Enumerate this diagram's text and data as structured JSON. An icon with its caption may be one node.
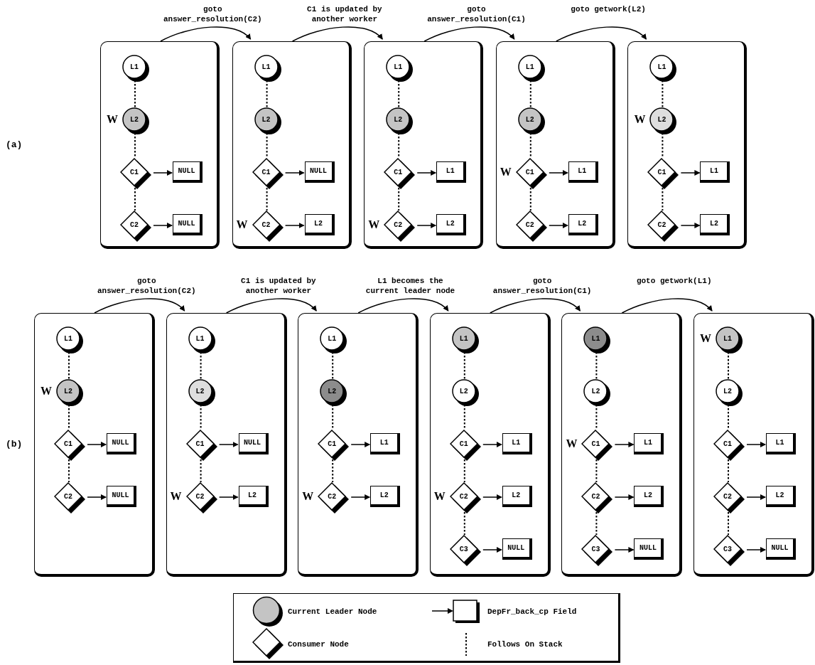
{
  "diagram": {
    "nodes": [
      {
        "text": [],
        "shape": "box"
      },
      {
        "text": [
          "L1"
        ],
        "in": 0
      },
      {
        "text": [
          "L2"
        ],
        "in": 0,
        "beside": [
          "W"
        ]
      },
      {
        "text": [
          "C1"
        ],
        "in": 0
      },
      {
        "text": [
          "NULL"
        ],
        "in": 0
      },
      {
        "text": [
          "C2"
        ],
        "in": 0
      },
      {
        "text": [
          "NULL"
        ],
        "in": 0
      },
      {
        "text": [],
        "shape": "box"
      },
      {
        "text": [
          "L1"
        ],
        "in": 7
      },
      {
        "text": [
          "L2"
        ],
        "in": 7
      },
      {
        "text": [
          "C1"
        ],
        "in": 7
      },
      {
        "text": [
          "NULL"
        ],
        "in": 7
      },
      {
        "text": [
          "C2"
        ],
        "in": 7,
        "beside": [
          "W"
        ]
      },
      {
        "text": [
          "L2"
        ],
        "in": 7
      },
      {
        "text": [],
        "shape": "box"
      },
      {
        "text": [
          "L1"
        ],
        "in": 14
      },
      {
        "text": [
          "L2"
        ],
        "in": 14
      },
      {
        "text": [
          "C1"
        ],
        "in": 14
      },
      {
        "text": [
          "L1"
        ],
        "in": 14
      },
      {
        "text": [
          "C2"
        ],
        "in": 14,
        "beside": [
          "W"
        ]
      },
      {
        "text": [
          "L2"
        ],
        "in": 14
      },
      {
        "text": [],
        "shape": "box"
      },
      {
        "text": [
          "L1"
        ],
        "in": 21
      },
      {
        "text": [
          "L2"
        ],
        "in": 21
      },
      {
        "text": [
          "C1"
        ],
        "in": 21,
        "beside": [
          "W"
        ]
      },
      {
        "text": [
          "L1"
        ],
        "in": 21
      },
      {
        "text": [
          "C2"
        ],
        "in": 21
      },
      {
        "text": [
          "L2"
        ],
        "in": 21
      },
      {
        "text": [],
        "shape": "box"
      },
      {
        "text": [
          "L1"
        ],
        "in": 28
      },
      {
        "text": [
          "L2"
        ],
        "in": 28,
        "beside": [
          "W"
        ]
      },
      {
        "text": [
          "C1"
        ],
        "in": 28
      },
      {
        "text": [
          "L1"
        ],
        "in": 28
      },
      {
        "text": [
          "C2"
        ],
        "in": 28
      },
      {
        "text": [
          "L2"
        ],
        "in": 28
      },
      {
        "text": [],
        "shape": "box"
      },
      {
        "text": [
          "L1"
        ],
        "in": 35
      },
      {
        "text": [
          "L2"
        ],
        "in": 35,
        "beside": [
          "W"
        ]
      },
      {
        "text": [
          "C1"
        ],
        "in": 35
      },
      {
        "text": [
          "NULL"
        ],
        "in": 35
      },
      {
        "text": [
          "C2"
        ],
        "in": 35
      },
      {
        "text": [
          "NULL"
        ],
        "in": 35
      },
      {
        "text": [],
        "shape": "box"
      },
      {
        "text": [
          "L1"
        ],
        "in": 42
      },
      {
        "text": [
          "L2"
        ],
        "in": 42
      },
      {
        "text": [
          "C1"
        ],
        "in": 42
      },
      {
        "text": [
          "NULL"
        ],
        "in": 42
      },
      {
        "text": [
          "C2"
        ],
        "in": 42,
        "beside": [
          "W"
        ]
      },
      {
        "text": [
          "L2"
        ],
        "in": 42
      },
      {
        "text": [],
        "shape": "box"
      },
      {
        "text": [
          "L1"
        ],
        "in": 49
      },
      {
        "text": [
          "L2"
        ],
        "in": 49
      },
      {
        "text": [
          "C1"
        ],
        "in": 49
      },
      {
        "text": [
          "L1"
        ],
        "in": 49
      },
      {
        "text": [
          "C2"
        ],
        "in": 49,
        "beside": [
          "W"
        ]
      },
      {
        "text": [
          "L2"
        ],
        "in": 49
      },
      {
        "text": [],
        "shape": "box"
      },
      {
        "text": [
          "L1"
        ],
        "in": 56
      },
      {
        "text": [
          "L2"
        ],
        "in": 56
      },
      {
        "text": [
          "C1"
        ],
        "in": 56
      },
      {
        "text": [
          "L1"
        ],
        "in": 56
      },
      {
        "text": [
          "C2"
        ],
        "in": 56,
        "beside": [
          "W"
        ]
      },
      {
        "text": [
          "L2"
        ],
        "in": 56
      },
      {
        "text": [
          "C3"
        ],
        "in": 56
      },
      {
        "text": [
          "NULL"
        ],
        "in": 56
      },
      {
        "text": [],
        "shape": "box"
      },
      {
        "text": [
          "L1"
        ],
        "in": 65
      },
      {
        "text": [
          "L2"
        ],
        "in": 65
      },
      {
        "text": [
          "C1"
        ],
        "in": 65,
        "beside": [
          "W"
        ]
      },
      {
        "text": [
          "L1"
        ],
        "in": 65
      },
      {
        "text": [
          "C2"
        ],
        "in": 65
      },
      {
        "text": [
          "L2"
        ],
        "in": 65
      },
      {
        "text": [
          "C3"
        ],
        "in": 65
      },
      {
        "text": [
          "NULL"
        ],
        "in": 65
      },
      {
        "text": [],
        "shape": "box"
      },
      {
        "text": [
          "L1"
        ],
        "in": 74,
        "beside": [
          "W"
        ]
      },
      {
        "text": [
          "L2"
        ],
        "in": 74
      },
      {
        "text": [
          "C1"
        ],
        "in": 74
      },
      {
        "text": [
          "L1"
        ],
        "in": 74
      },
      {
        "text": [
          "C2"
        ],
        "in": 74
      },
      {
        "text": [
          "L2"
        ],
        "in": 74
      },
      {
        "text": [
          "C3"
        ],
        "in": 74
      },
      {
        "text": [
          "NULL"
        ],
        "in": 74
      }
    ],
    "edges": [
      {
        "from": 0,
        "to": 7,
        "arrow": "to",
        "label": "goto answer_resolution(C2)"
      },
      {
        "from": 7,
        "to": 14,
        "arrow": "to",
        "label": "C1 is updated by another worker"
      },
      {
        "from": 14,
        "to": 21,
        "arrow": "to",
        "label": "goto answer_resolution(C1)"
      },
      {
        "from": 21,
        "to": 28,
        "arrow": "to",
        "label": "goto getwork(L2)"
      },
      {
        "from": 35,
        "to": 42,
        "arrow": "to",
        "label": "goto answer_resolution(C2)"
      },
      {
        "from": 42,
        "to": 49,
        "arrow": "to",
        "label": "C1 is updated by another worker"
      },
      {
        "from": 49,
        "to": 56,
        "arrow": "to",
        "label": "L1 becomes the current leader node"
      },
      {
        "from": 56,
        "to": 65,
        "arrow": "to",
        "label": "goto answer_resolution(C1)"
      },
      {
        "from": 65,
        "to": 74,
        "arrow": "to",
        "label": "goto getwork(L1)"
      },
      {
        "from": 1,
        "to": 2,
        "arrow": "none",
        "style": "dashed"
      },
      {
        "from": 2,
        "to": 3,
        "arrow": "none",
        "style": "dashed"
      },
      {
        "from": 3,
        "to": 4,
        "arrow": "to"
      },
      {
        "from": 3,
        "to": 5,
        "arrow": "none",
        "style": "dashed"
      },
      {
        "from": 5,
        "to": 6,
        "arrow": "to"
      },
      {
        "from": 8,
        "to": 9,
        "arrow": "none",
        "style": "dashed"
      },
      {
        "from": 9,
        "to": 10,
        "arrow": "none",
        "style": "dashed"
      },
      {
        "from": 10,
        "to": 11,
        "arrow": "to"
      },
      {
        "from": 10,
        "to": 12,
        "arrow": "none",
        "style": "dashed"
      },
      {
        "from": 12,
        "to": 13,
        "arrow": "to"
      },
      {
        "from": 15,
        "to": 16,
        "arrow": "none",
        "style": "dashed"
      },
      {
        "from": 16,
        "to": 17,
        "arrow": "none",
        "style": "dashed"
      },
      {
        "from": 17,
        "to": 18,
        "arrow": "to"
      },
      {
        "from": 17,
        "to": 19,
        "arrow": "none",
        "style": "dashed"
      },
      {
        "from": 19,
        "to": 20,
        "arrow": "to"
      },
      {
        "from": 22,
        "to": 23,
        "arrow": "none",
        "style": "dashed"
      },
      {
        "from": 23,
        "to": 24,
        "arrow": "none",
        "style": "dashed"
      },
      {
        "from": 24,
        "to": 25,
        "arrow": "to"
      },
      {
        "from": 24,
        "to": 26,
        "arrow": "none",
        "style": "dashed"
      },
      {
        "from": 26,
        "to": 27,
        "arrow": "to"
      },
      {
        "from": 29,
        "to": 30,
        "arrow": "none",
        "style": "dashed"
      },
      {
        "from": 30,
        "to": 31,
        "arrow": "none",
        "style": "dashed"
      },
      {
        "from": 31,
        "to": 32,
        "arrow": "to"
      },
      {
        "from": 31,
        "to": 33,
        "arrow": "none",
        "style": "dashed"
      },
      {
        "from": 33,
        "to": 34,
        "arrow": "to"
      },
      {
        "from": 36,
        "to": 37,
        "arrow": "none",
        "style": "dashed"
      },
      {
        "from": 37,
        "to": 38,
        "arrow": "none",
        "style": "dashed"
      },
      {
        "from": 38,
        "to": 39,
        "arrow": "to"
      },
      {
        "from": 38,
        "to": 40,
        "arrow": "none",
        "style": "dashed"
      },
      {
        "from": 40,
        "to": 41,
        "arrow": "to"
      },
      {
        "from": 43,
        "to": 44,
        "arrow": "none",
        "style": "dashed"
      },
      {
        "from": 44,
        "to": 45,
        "arrow": "none",
        "style": "dashed"
      },
      {
        "from": 45,
        "to": 46,
        "arrow": "to"
      },
      {
        "from": 45,
        "to": 47,
        "arrow": "none",
        "style": "dashed"
      },
      {
        "from": 47,
        "to": 48,
        "arrow": "to"
      },
      {
        "from": 50,
        "to": 51,
        "arrow": "none",
        "style": "dashed"
      },
      {
        "from": 51,
        "to": 52,
        "arrow": "none",
        "style": "dashed"
      },
      {
        "from": 52,
        "to": 53,
        "arrow": "to"
      },
      {
        "from": 52,
        "to": 54,
        "arrow": "none",
        "style": "dashed"
      },
      {
        "from": 54,
        "to": 55,
        "arrow": "to"
      },
      {
        "from": 57,
        "to": 58,
        "arrow": "none",
        "style": "dashed"
      },
      {
        "from": 58,
        "to": 59,
        "arrow": "none",
        "style": "dashed"
      },
      {
        "from": 59,
        "to": 60,
        "arrow": "to"
      },
      {
        "from": 59,
        "to": 61,
        "arrow": "none",
        "style": "dashed"
      },
      {
        "from": 61,
        "to": 62,
        "arrow": "to"
      },
      {
        "from": 61,
        "to": 63,
        "arrow": "none",
        "style": "dashed"
      },
      {
        "from": 63,
        "to": 64,
        "arrow": "to"
      },
      {
        "from": 66,
        "to": 67,
        "arrow": "none",
        "style": "dashed"
      },
      {
        "from": 67,
        "to": 68,
        "arrow": "none",
        "style": "dashed"
      },
      {
        "from": 68,
        "to": 69,
        "arrow": "to"
      },
      {
        "from": 68,
        "to": 70,
        "arrow": "none",
        "style": "dashed"
      },
      {
        "from": 70,
        "to": 71,
        "arrow": "to"
      },
      {
        "from": 70,
        "to": 72,
        "arrow": "none",
        "style": "dashed"
      },
      {
        "from": 72,
        "to": 73,
        "arrow": "to"
      },
      {
        "from": 75,
        "to": 76,
        "arrow": "none",
        "style": "dashed"
      },
      {
        "from": 76,
        "to": 77,
        "arrow": "none",
        "style": "dashed"
      },
      {
        "from": 77,
        "to": 78,
        "arrow": "to"
      },
      {
        "from": 77,
        "to": 79,
        "arrow": "none",
        "style": "dashed"
      },
      {
        "from": 79,
        "to": 80,
        "arrow": "to"
      },
      {
        "from": 79,
        "to": 81,
        "arrow": "none",
        "style": "dashed"
      },
      {
        "from": 81,
        "to": 82,
        "arrow": "to"
      }
    ],
    "labels": [
      "(a)",
      "(b)"
    ],
    "legend": [
      {
        "text": "Current Leader Node"
      },
      {
        "text": "DepFr_back_cp Field"
      },
      {
        "text": "Consumer Node"
      },
      {
        "text": "Follows On Stack"
      }
    ]
  }
}
